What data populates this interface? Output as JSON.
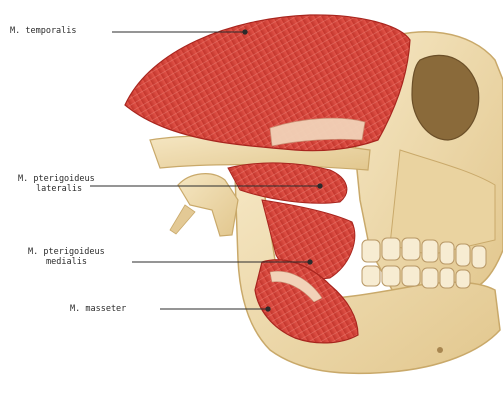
{
  "labels": {
    "temporalis": "M. temporalis",
    "pterygoideus_lateralis_line1": "M. pterigoideus",
    "pterygoideus_lateralis_line2": "lateralis",
    "pterygoideus_medialis_line1": "M. pterigoideus",
    "pterygoideus_medialis_line2": "medialis",
    "masseter": "M. masseter"
  },
  "colors": {
    "background": "#ffffff",
    "bone": "#efd9a6",
    "bone_shadow": "#c9a96a",
    "muscle": "#d8433a",
    "muscle_dark": "#a8251e",
    "tendon": "#f2d2b8",
    "leader_line": "#2b2b2b"
  }
}
